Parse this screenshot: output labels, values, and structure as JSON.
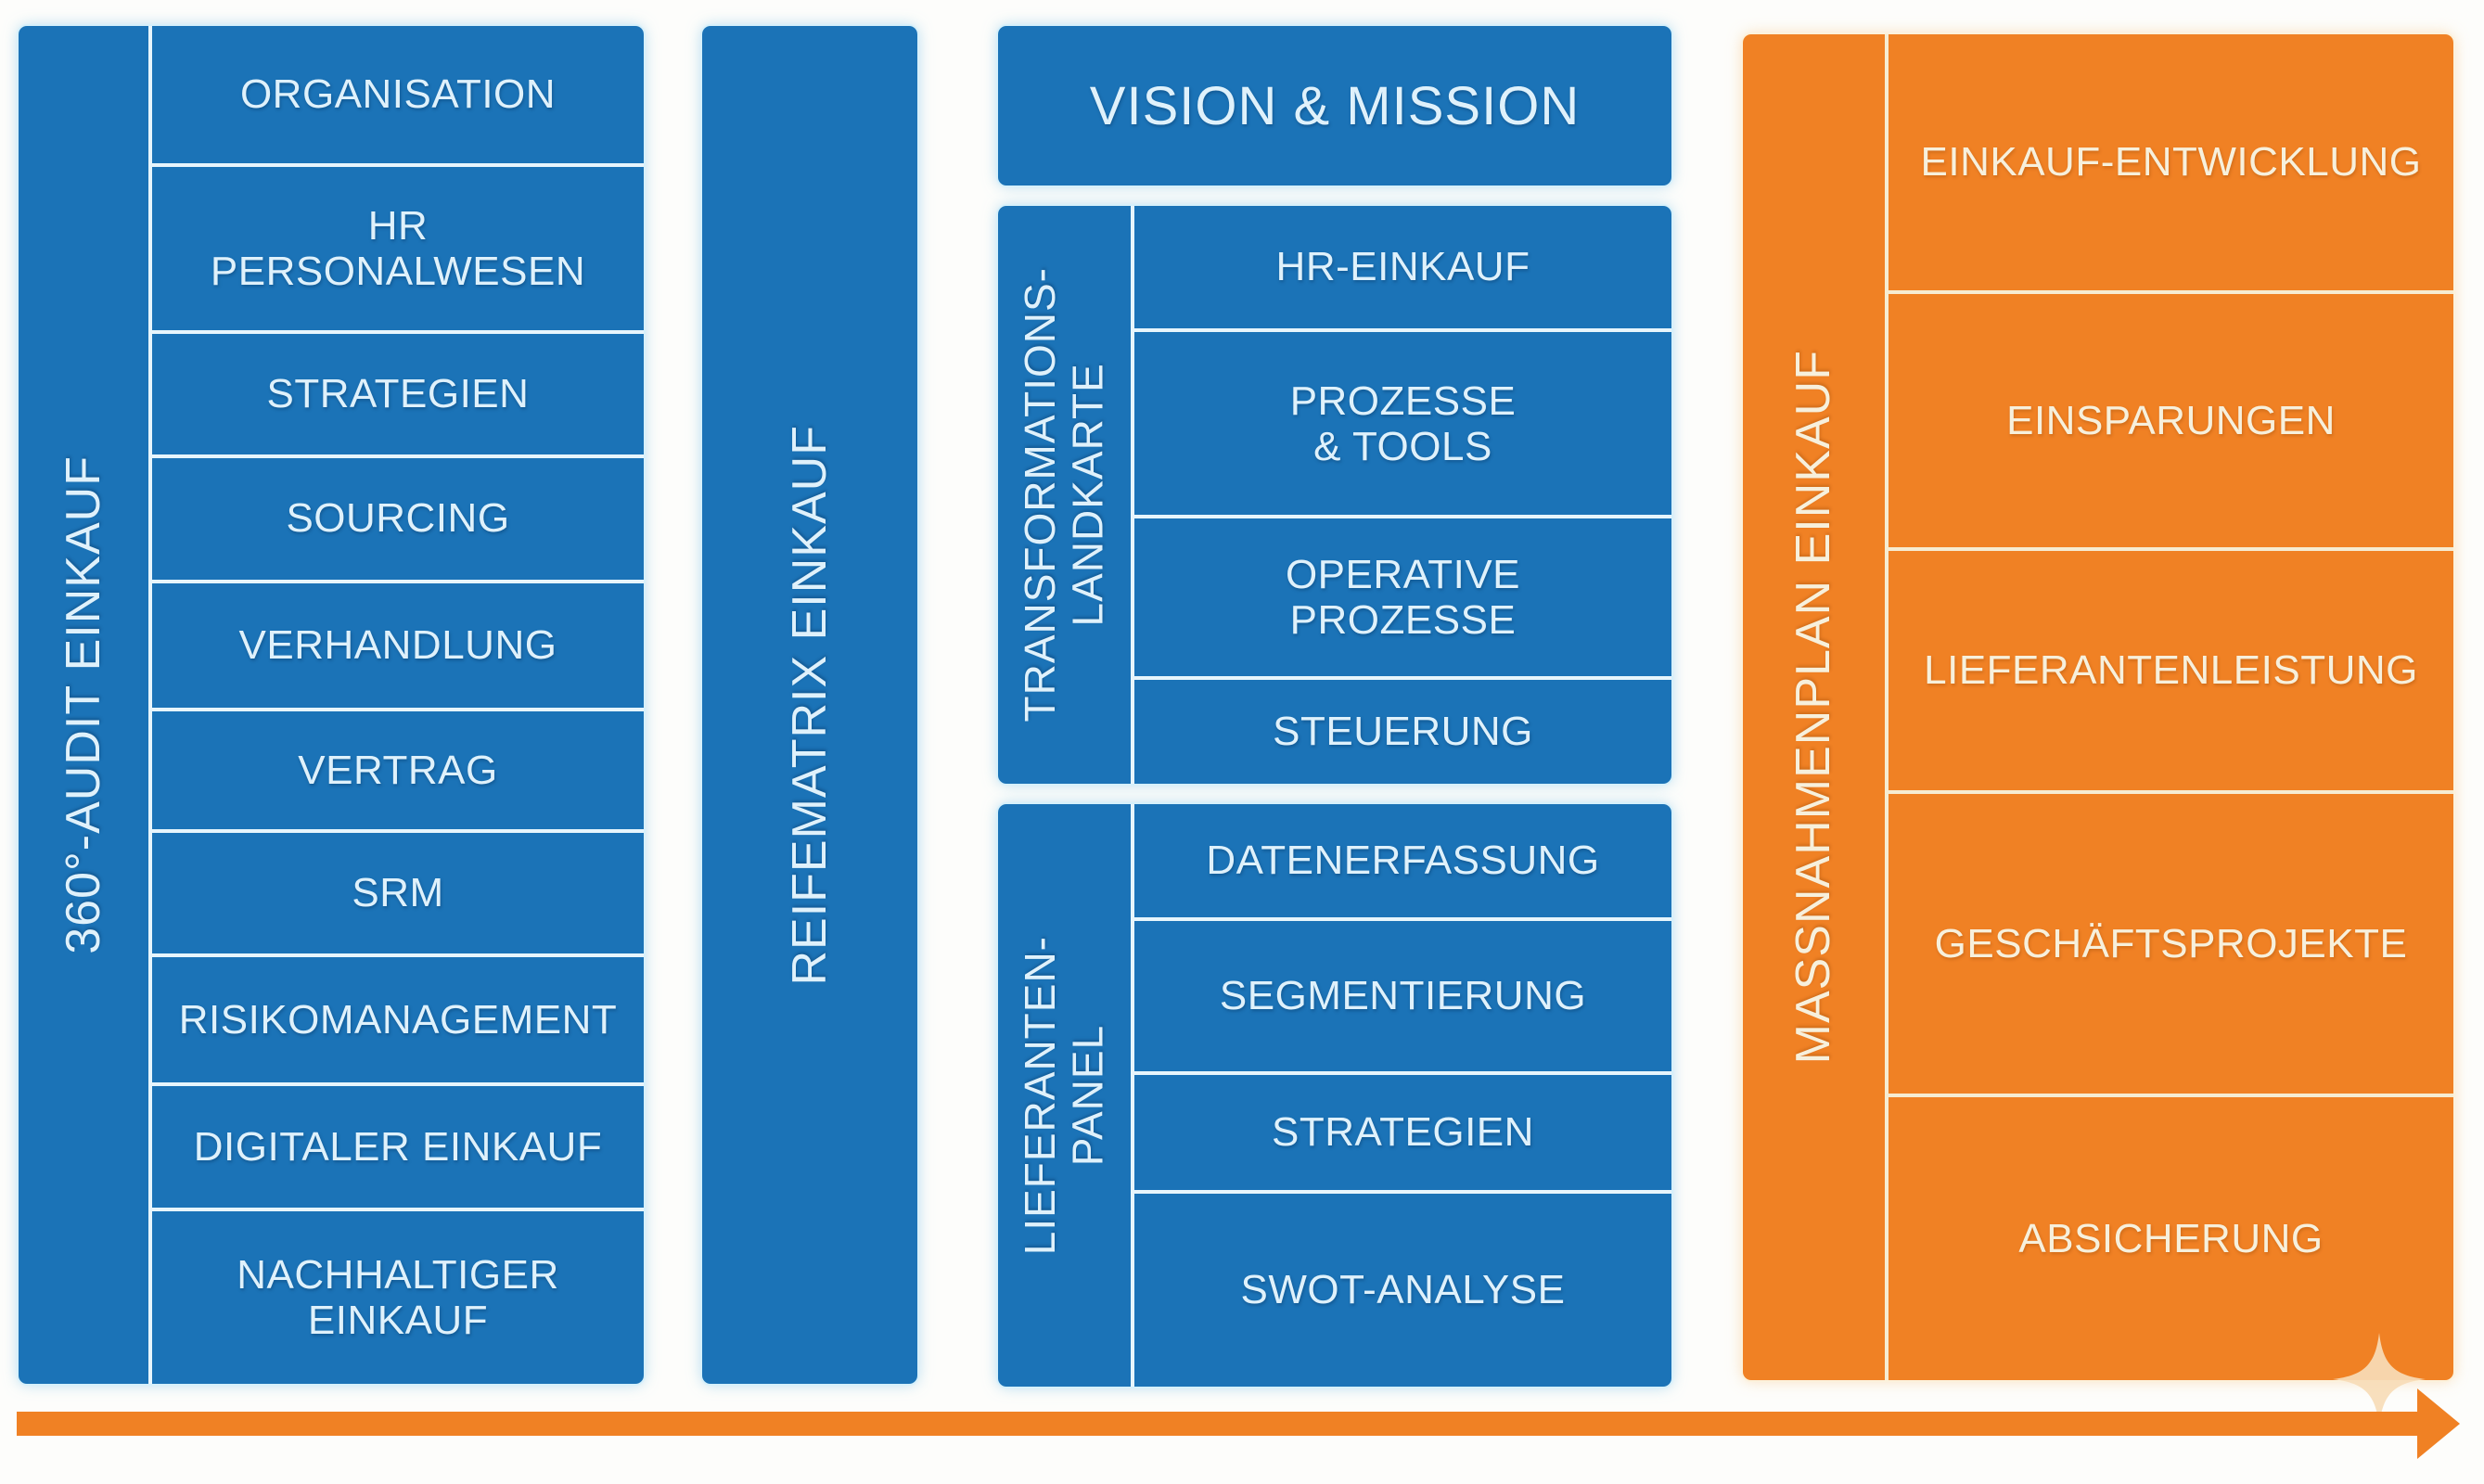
{
  "slide": {
    "type": "procurement-transformation-diagram",
    "language": "de"
  },
  "colors": {
    "blue": "#1b73b7",
    "orange": "#f08124",
    "blue_text": "#dff1fb",
    "orange_text": "#f7f0dc",
    "divider_on_blue": "#e7f5fc",
    "divider_on_orange": "#f6ecd2",
    "background": "#fdfdfb",
    "arrow": "#f08124",
    "sparkle": "#f8ddb8"
  },
  "audit": {
    "label": "360°-AUDIT EINKAUF",
    "items": [
      "ORGANISATION",
      "HR\nPERSONALWESEN",
      "STRATEGIEN",
      "SOURCING",
      "VERHANDLUNG",
      "VERTRAG",
      "SRM",
      "RISIKOMANAGEMENT",
      "DIGITALER EINKAUF",
      "NACHHALTIGER\nEINKAUF"
    ]
  },
  "reifematrix": {
    "label": "REIFEMATRIX EINKAUF"
  },
  "vision": {
    "label": "VISION & MISSION"
  },
  "transformation": {
    "label": "TRANSFORMATIONS-\nLANDKARTE",
    "items": [
      "HR-EINKAUF",
      "PROZESSE\n& TOOLS",
      "OPERATIVE\nPROZESSE",
      "STEUERUNG"
    ]
  },
  "lieferanten": {
    "label": "LIEFERANTEN-\nPANEL",
    "items": [
      "DATENERFASSUNG",
      "SEGMENTIERUNG",
      "STRATEGIEN",
      "SWOT-ANALYSE"
    ]
  },
  "massnahmen": {
    "label": "MASSNAHMENPLAN EINKAUF",
    "items": [
      "EINKAUF-ENTWICKLUNG",
      "EINSPARUNGEN",
      "LIEFERANTENLEISTUNG",
      "GESCHÄFTSPROJEKTE",
      "ABSICHERUNG"
    ]
  },
  "icons": {
    "arrow": "timeline-arrow-right",
    "sparkle": "four-point-sparkle"
  }
}
